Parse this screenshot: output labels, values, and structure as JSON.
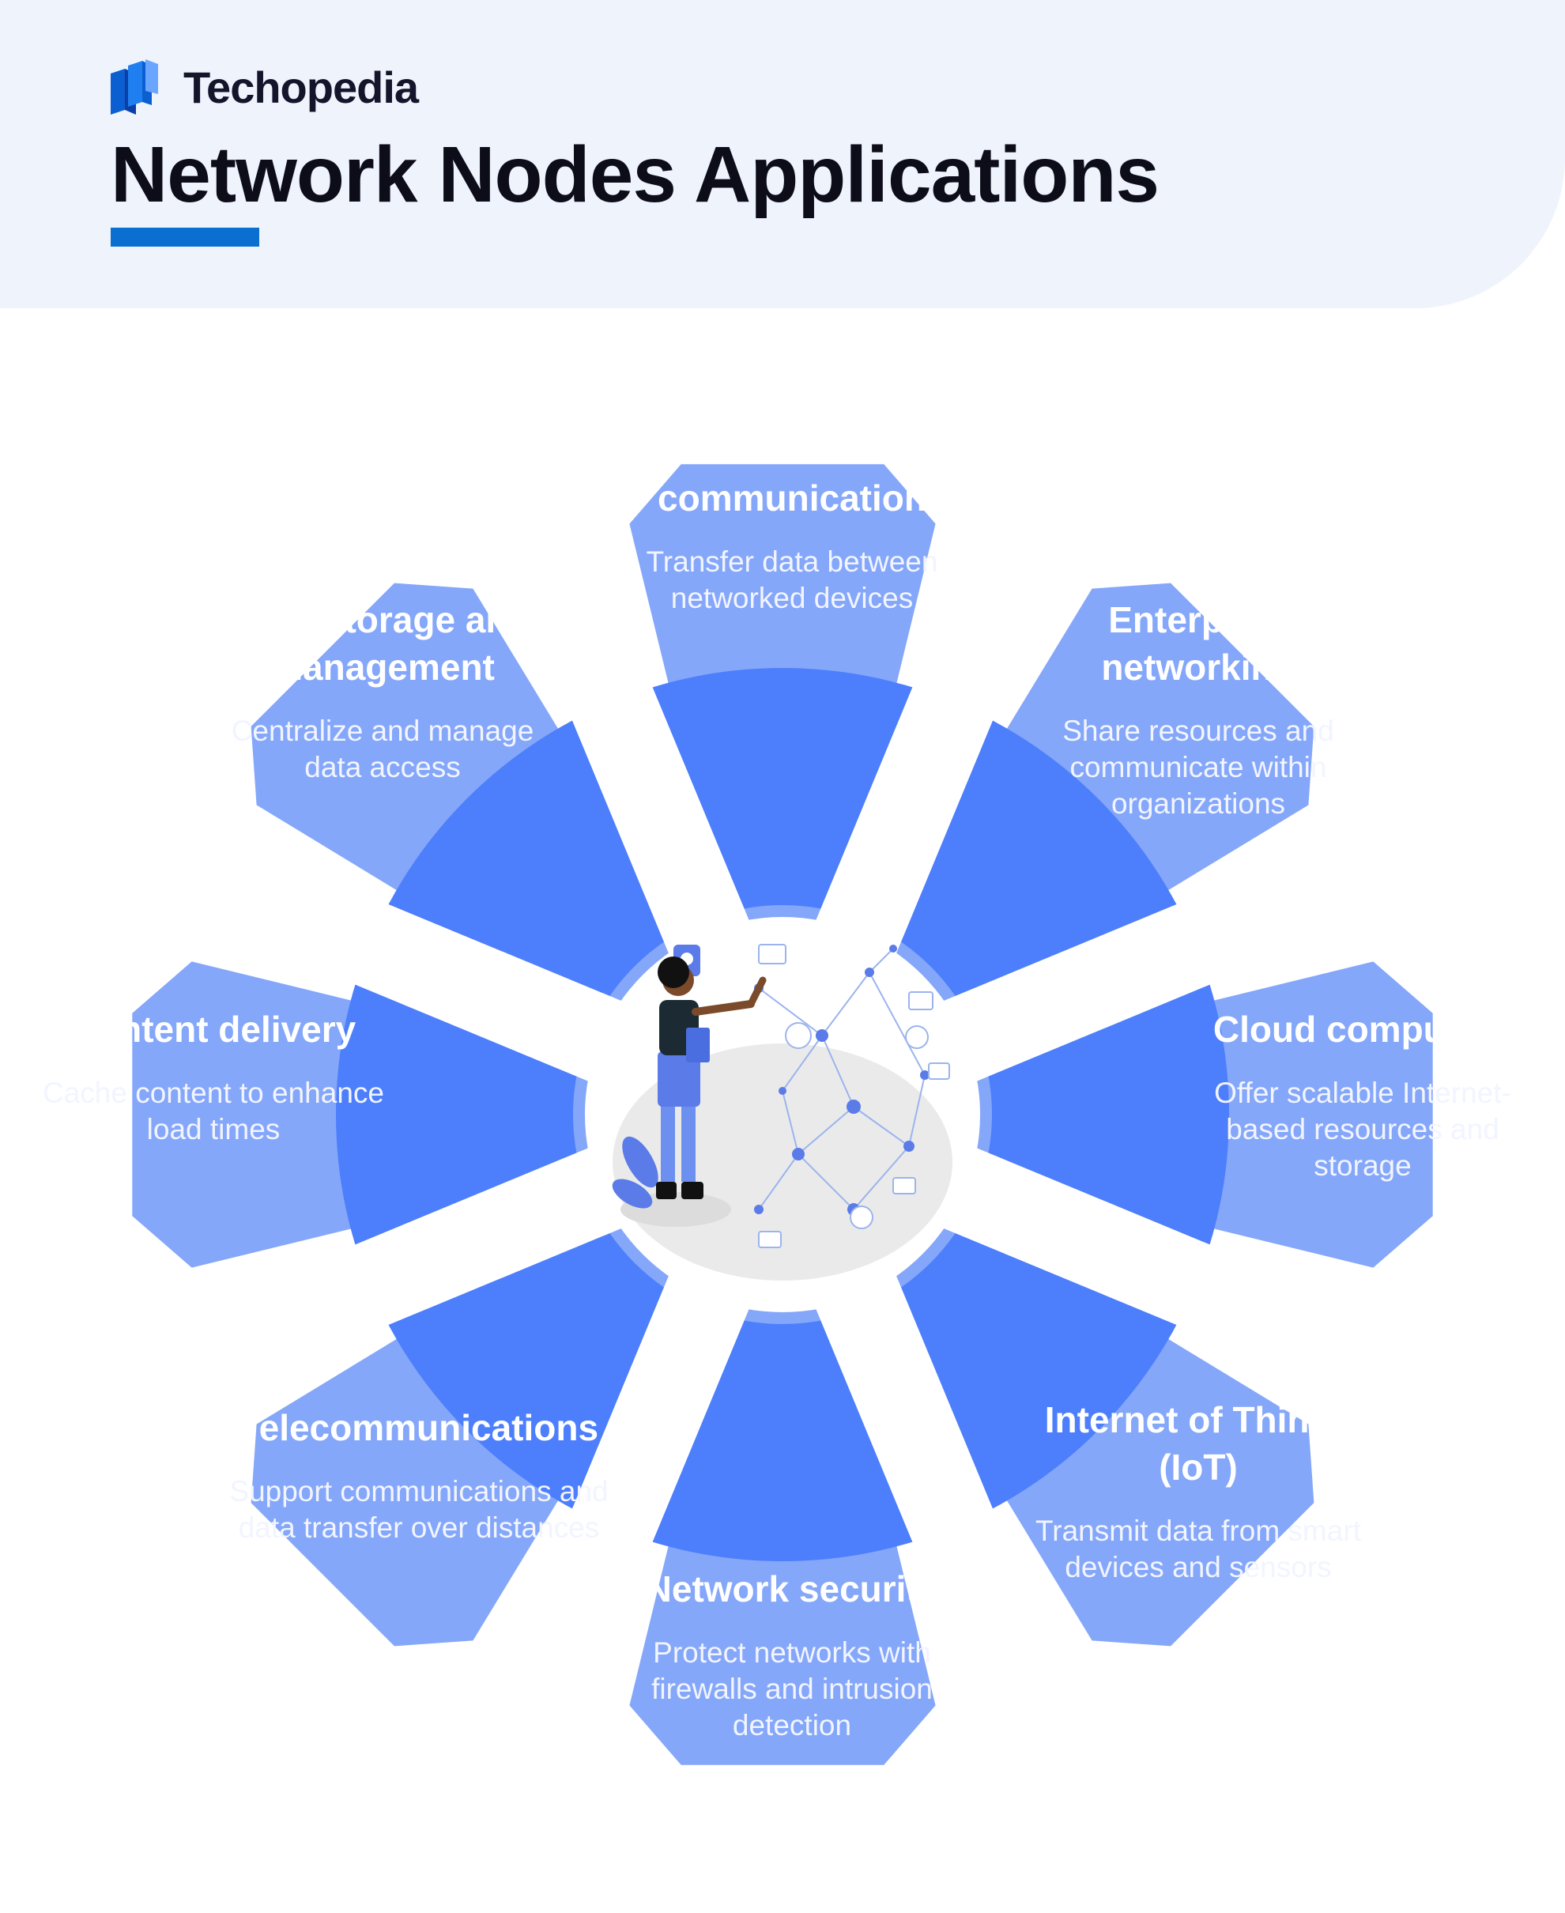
{
  "brand": {
    "name": "Techopedia",
    "logo_icon": "techopedia-logo-icon"
  },
  "title": "Network Nodes Applications",
  "colors": {
    "header_band": "#eff3fc",
    "underline": "#0b6fd1",
    "segment_fill": "#85a7fa",
    "ring_fill": "#4d7ffc",
    "text": "#ffffff"
  },
  "center_illustration": "person-interacting-with-network-graph",
  "segments": [
    {
      "title": "Data communication",
      "description": "Transfer data between networked devices"
    },
    {
      "title": "Enterprise networking",
      "description": "Share resources and communicate within organizations"
    },
    {
      "title": "Cloud computing",
      "description": "Offer scalable Internet-based resources and storage"
    },
    {
      "title": "Internet of Things (IoT)",
      "description": "Transmit data from smart devices and sensors"
    },
    {
      "title": "Network security",
      "description": "Protect networks with firewalls and intrusion detection"
    },
    {
      "title": "Telecommunications",
      "description": "Support communications and data transfer over distances"
    },
    {
      "title": "Content delivery",
      "description": "Cache content to enhance load times"
    },
    {
      "title": "Data storage and management",
      "description": "Centralize and manage data access"
    }
  ]
}
